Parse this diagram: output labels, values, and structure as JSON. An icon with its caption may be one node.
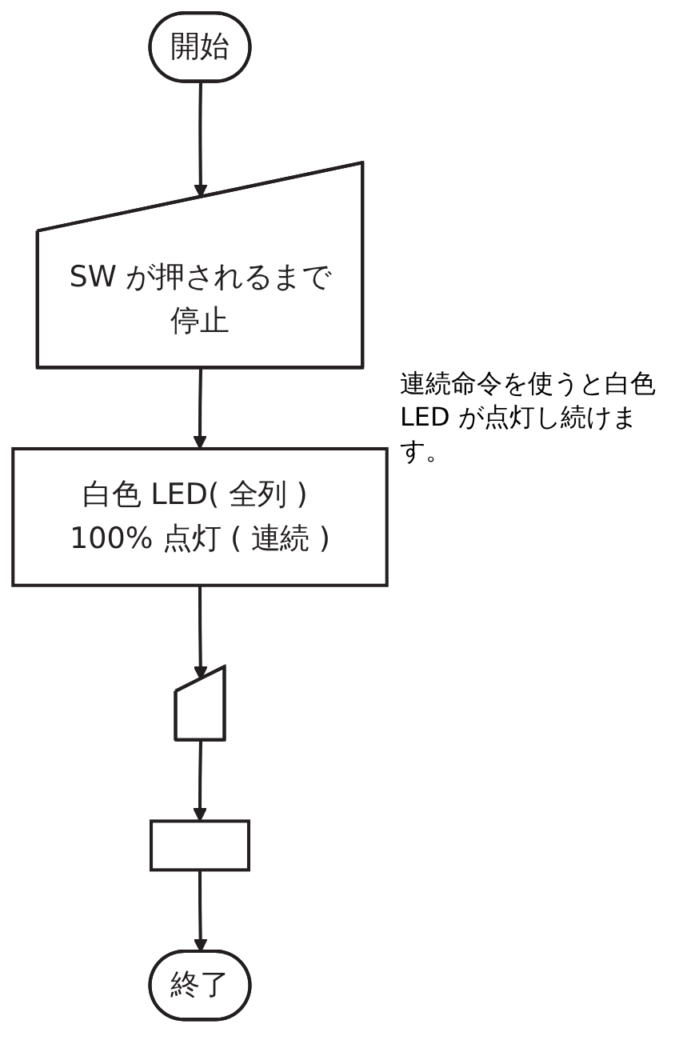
{
  "diagram": {
    "nodes": [
      {
        "text": [
          "開始"
        ]
      },
      {
        "text": [
          "SW が押されるまで停止"
        ]
      },
      {
        "text": [
          "白色 LED( 全列 ) 100% 点灯 ( 連続 )"
        ],
        "beside": [
          "連続命令を使うと白色 LED が点灯し続けます。"
        ]
      },
      {
        "text": [],
        "shape": "trapezoid"
      },
      {
        "text": [],
        "shape": "box"
      },
      {
        "text": [
          "終了"
        ]
      }
    ],
    "edges": [
      {
        "from": 0,
        "to": 1,
        "arrow": "to"
      },
      {
        "from": 1,
        "to": 2,
        "arrow": "to"
      },
      {
        "from": 2,
        "to": 3,
        "arrow": "to"
      },
      {
        "from": 3,
        "to": 4,
        "arrow": "to"
      },
      {
        "from": 4,
        "to": 5,
        "arrow": "to"
      }
    ]
  }
}
